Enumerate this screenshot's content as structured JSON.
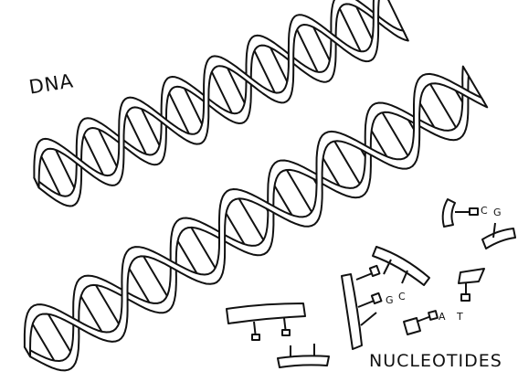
{
  "labels": {
    "dna": "DNA",
    "nucleotides": "NUCLEOTIDES"
  },
  "base_letters": {
    "c": "C",
    "g": "G",
    "g2": "G",
    "c2": "C",
    "a": "A",
    "t": "T"
  },
  "colors": {
    "ink": "#111111",
    "ribbon_fill": "#ffffff",
    "background": "#ffffff"
  }
}
